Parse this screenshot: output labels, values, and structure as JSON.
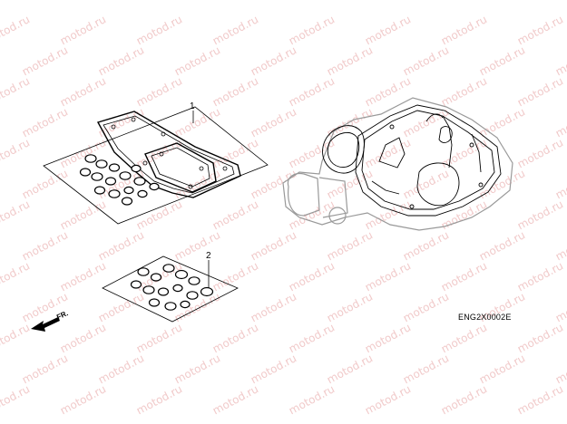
{
  "watermark": "motod.ru",
  "callouts": [
    {
      "id": "kit-a",
      "number": "1"
    },
    {
      "id": "kit-b",
      "number": "2"
    }
  ],
  "direction_label": "FR.",
  "diagram_code": "ENG2X0002E"
}
